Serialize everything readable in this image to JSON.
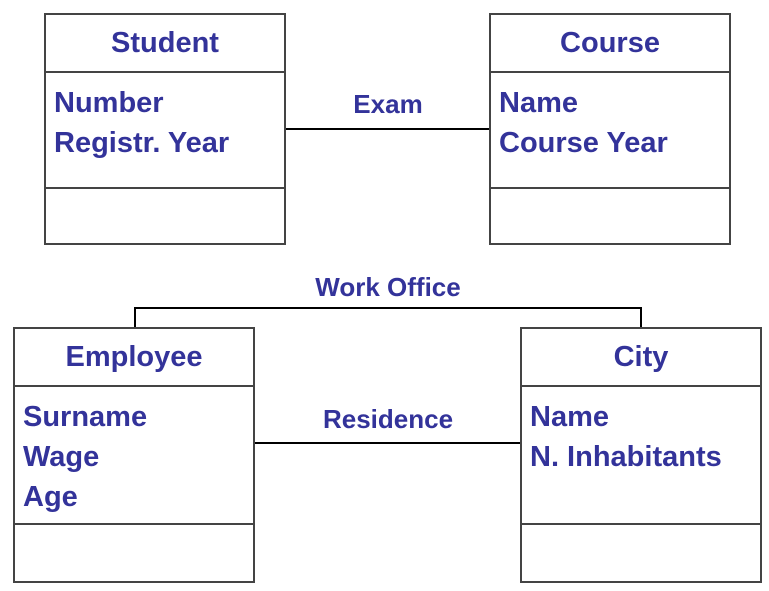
{
  "classes": {
    "student": {
      "name": "Student",
      "attributes": [
        "Number",
        "Registr. Year"
      ]
    },
    "course": {
      "name": "Course",
      "attributes": [
        "Name",
        "Course Year"
      ]
    },
    "employee": {
      "name": "Employee",
      "attributes": [
        "Surname",
        "Wage",
        "Age"
      ]
    },
    "city": {
      "name": "City",
      "attributes": [
        "Name",
        "N. Inhabitants"
      ]
    }
  },
  "associations": {
    "exam": "Exam",
    "work_office": "Work Office",
    "residence": "Residence"
  },
  "colors": {
    "text": "#33339a",
    "lines": "#444444"
  }
}
